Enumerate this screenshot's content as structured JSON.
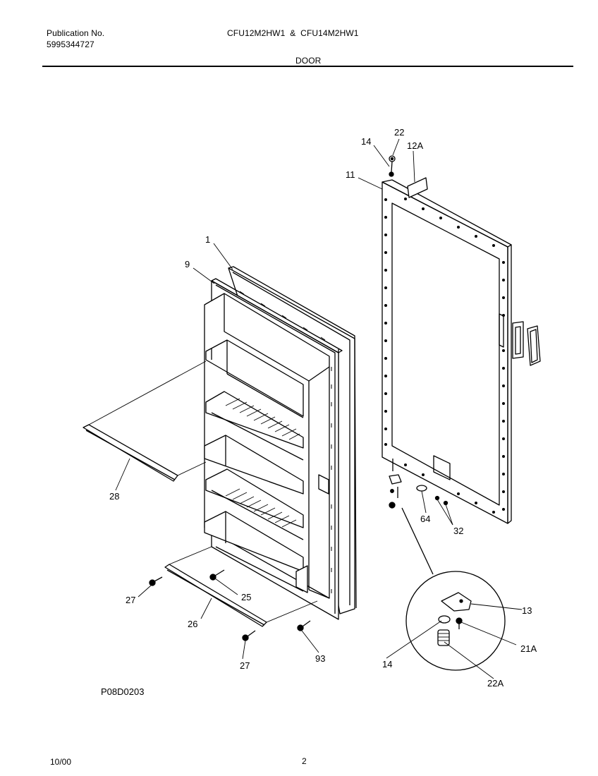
{
  "header": {
    "publication_label": "Publication No.",
    "publication_number": "5995344727",
    "models": "CFU12M2HW1  &  CFU14M2HW1",
    "section": "DOOR"
  },
  "diagram": {
    "callouts": {
      "p1": "1",
      "p9": "9",
      "p11": "11",
      "p12a": "12A",
      "p13": "13",
      "p14_top": "14",
      "p14_detail": "14",
      "p21a": "21A",
      "p22": "22",
      "p22a": "22A",
      "p25": "25",
      "p26": "26",
      "p27_top": "27",
      "p27_bottom": "27",
      "p28": "28",
      "p32": "32",
      "p64": "64",
      "p93": "93"
    },
    "drawing_code": "P08D0203"
  },
  "footer": {
    "date": "10/00",
    "page": "2"
  }
}
